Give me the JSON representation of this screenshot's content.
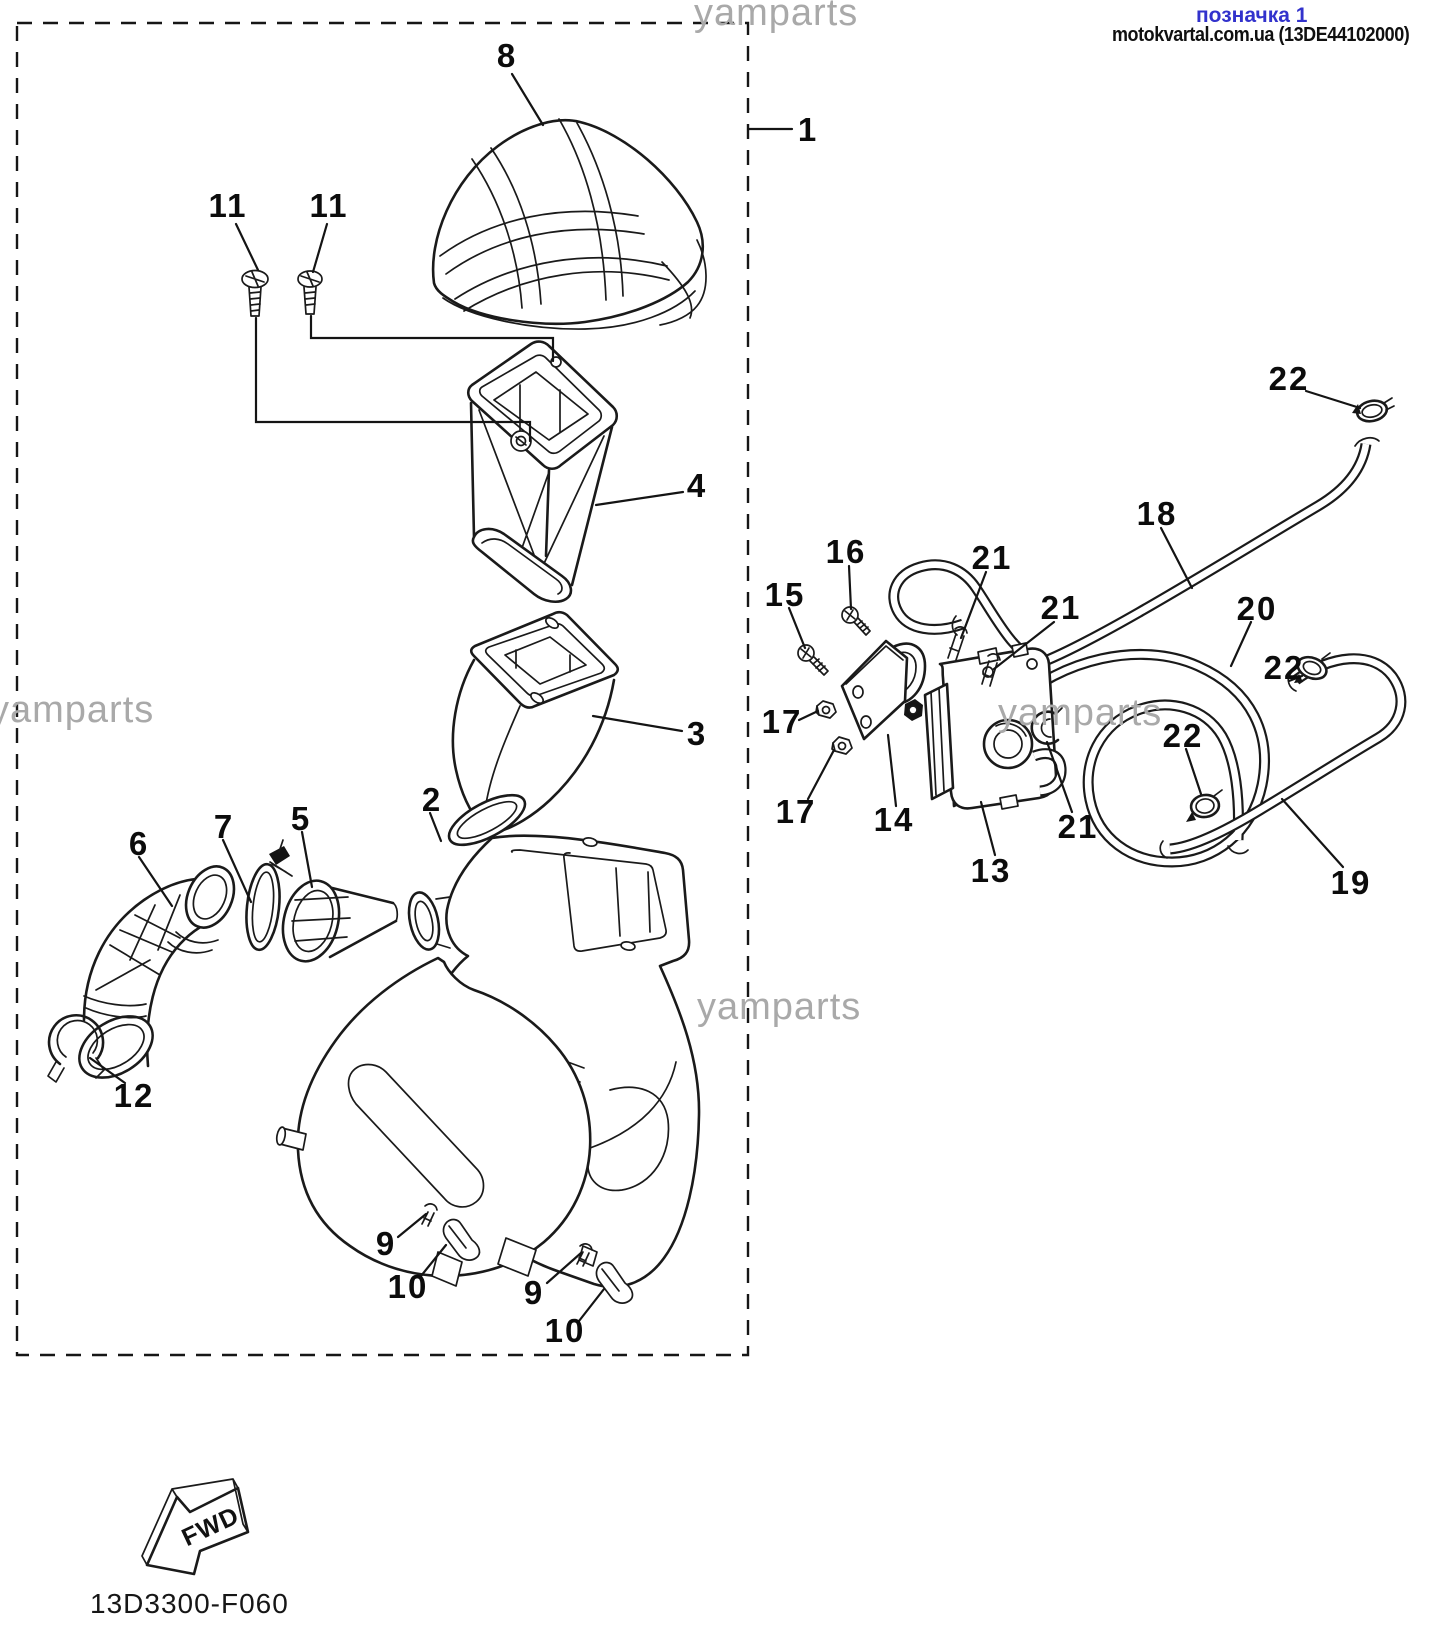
{
  "page": {
    "background": "#ffffff",
    "line_color": "#1a1a1a"
  },
  "header": {
    "mark_label": "позначка 1",
    "mark_color": "#3232cc",
    "site_ref": "motokvartal.com.ua (13DE44102000)"
  },
  "watermark": {
    "text": "yamparts",
    "color": "#a9a9a9"
  },
  "callouts": [
    {
      "ref": "8"
    },
    {
      "ref": "11"
    },
    {
      "ref": "11"
    },
    {
      "ref": "1"
    },
    {
      "ref": "4"
    },
    {
      "ref": "3"
    },
    {
      "ref": "2"
    },
    {
      "ref": "5"
    },
    {
      "ref": "7"
    },
    {
      "ref": "6"
    },
    {
      "ref": "12"
    },
    {
      "ref": "9"
    },
    {
      "ref": "10"
    },
    {
      "ref": "9"
    },
    {
      "ref": "10"
    },
    {
      "ref": "15"
    },
    {
      "ref": "16"
    },
    {
      "ref": "17"
    },
    {
      "ref": "17"
    },
    {
      "ref": "14"
    },
    {
      "ref": "13"
    },
    {
      "ref": "21"
    },
    {
      "ref": "21"
    },
    {
      "ref": "21"
    },
    {
      "ref": "18"
    },
    {
      "ref": "20"
    },
    {
      "ref": "22"
    },
    {
      "ref": "22"
    },
    {
      "ref": "22"
    },
    {
      "ref": "19"
    }
  ],
  "footer": {
    "fwd_label": "FWD",
    "drawing_code": "13D3300-F060"
  }
}
